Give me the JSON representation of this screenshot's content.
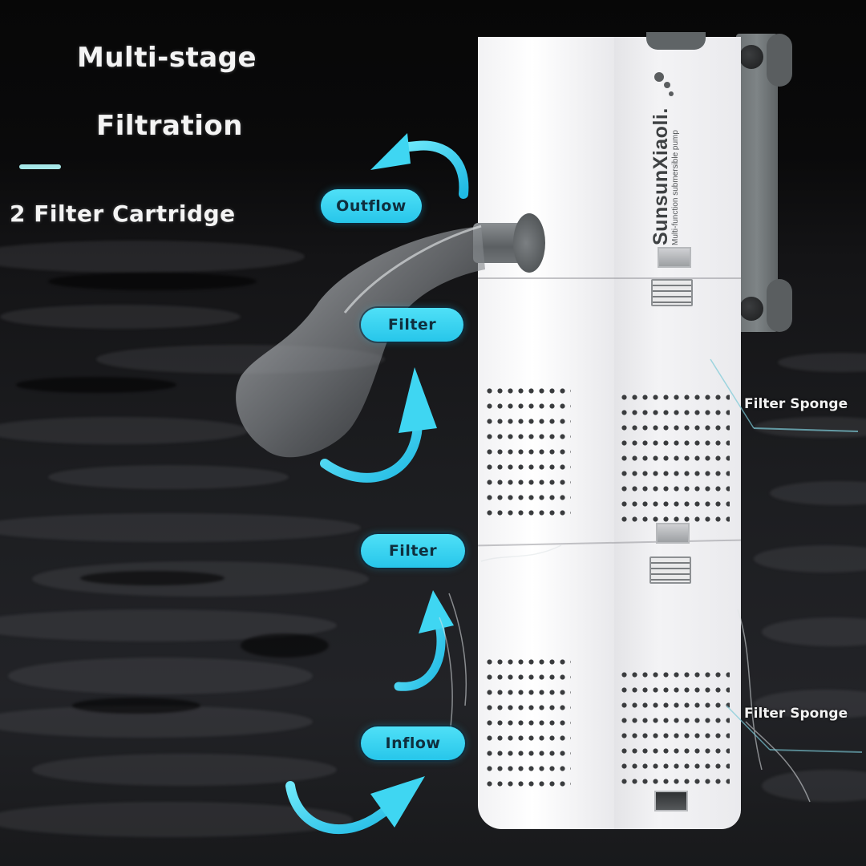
{
  "headline": {
    "line1": "Multi-stage",
    "line2": "Filtration",
    "subtitle": "2 Filter Cartridge"
  },
  "product": {
    "brand_name": "SunsunXiaoli.",
    "brand_tagline": "Multi-function submersible pump"
  },
  "flow_labels": {
    "outflow": "Outflow",
    "filter_upper": "Filter",
    "filter_lower": "Filter",
    "inflow": "Inflow"
  },
  "callouts": {
    "upper": "Filter Sponge",
    "lower": "Filter Sponge"
  },
  "colors": {
    "accent_cyan": "#2fcdee",
    "pill_text": "#0f2f3e",
    "accent_bar": "#a7e8e9",
    "background": "#0b0b0c",
    "pump_body": "#f3f3f5",
    "bracket_gray": "#6b7072"
  },
  "icons": {
    "arrow_outflow": "curved-arrow-left-icon",
    "arrow_filter_upper": "curved-arrow-up-icon",
    "arrow_filter_lower": "curved-arrow-up-icon",
    "arrow_inflow": "curved-arrow-up-right-icon"
  }
}
